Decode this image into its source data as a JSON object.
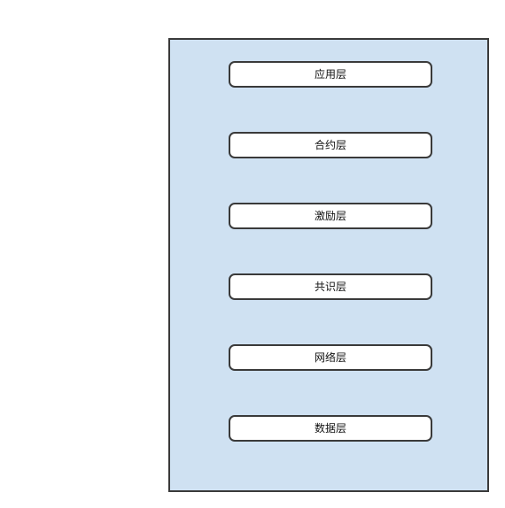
{
  "diagram": {
    "layers": [
      {
        "label": "应用层"
      },
      {
        "label": "合约层"
      },
      {
        "label": "激励层"
      },
      {
        "label": "共识层"
      },
      {
        "label": "网络层"
      },
      {
        "label": "数据层"
      }
    ]
  },
  "colors": {
    "panel_fill": "#cfe1f2",
    "panel_border": "#3a3a3a",
    "layer_fill": "#ffffff",
    "layer_border": "#3a3a3a"
  }
}
